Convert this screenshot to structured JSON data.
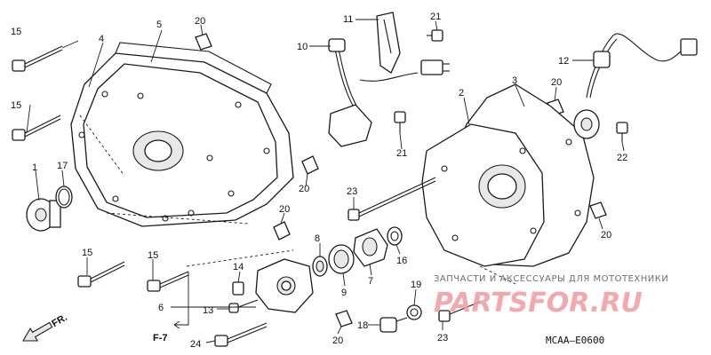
{
  "callouts": {
    "c1": "1",
    "c2": "2",
    "c3": "3",
    "c4": "4",
    "c5": "5",
    "c6": "6",
    "c7": "7",
    "c8": "8",
    "c9": "9",
    "c10": "10",
    "c11": "11",
    "c12": "12",
    "c13": "13",
    "c14": "14",
    "c15": "15",
    "c16": "16",
    "c17": "17",
    "c18": "18",
    "c19": "19",
    "c20": "20",
    "c21": "21",
    "c22": "22",
    "c23": "23",
    "c24": "24"
  },
  "reference": {
    "section": "F-7",
    "fr_arrow": "FR."
  },
  "diagram_code": "MCAA—E0600",
  "watermark": {
    "caption": "ЗАПЧАСТИ И АКСЕССУАРЫ ДЛЯ МОТОТЕХНИКИ",
    "logo": "PARTSFOR.RU"
  }
}
